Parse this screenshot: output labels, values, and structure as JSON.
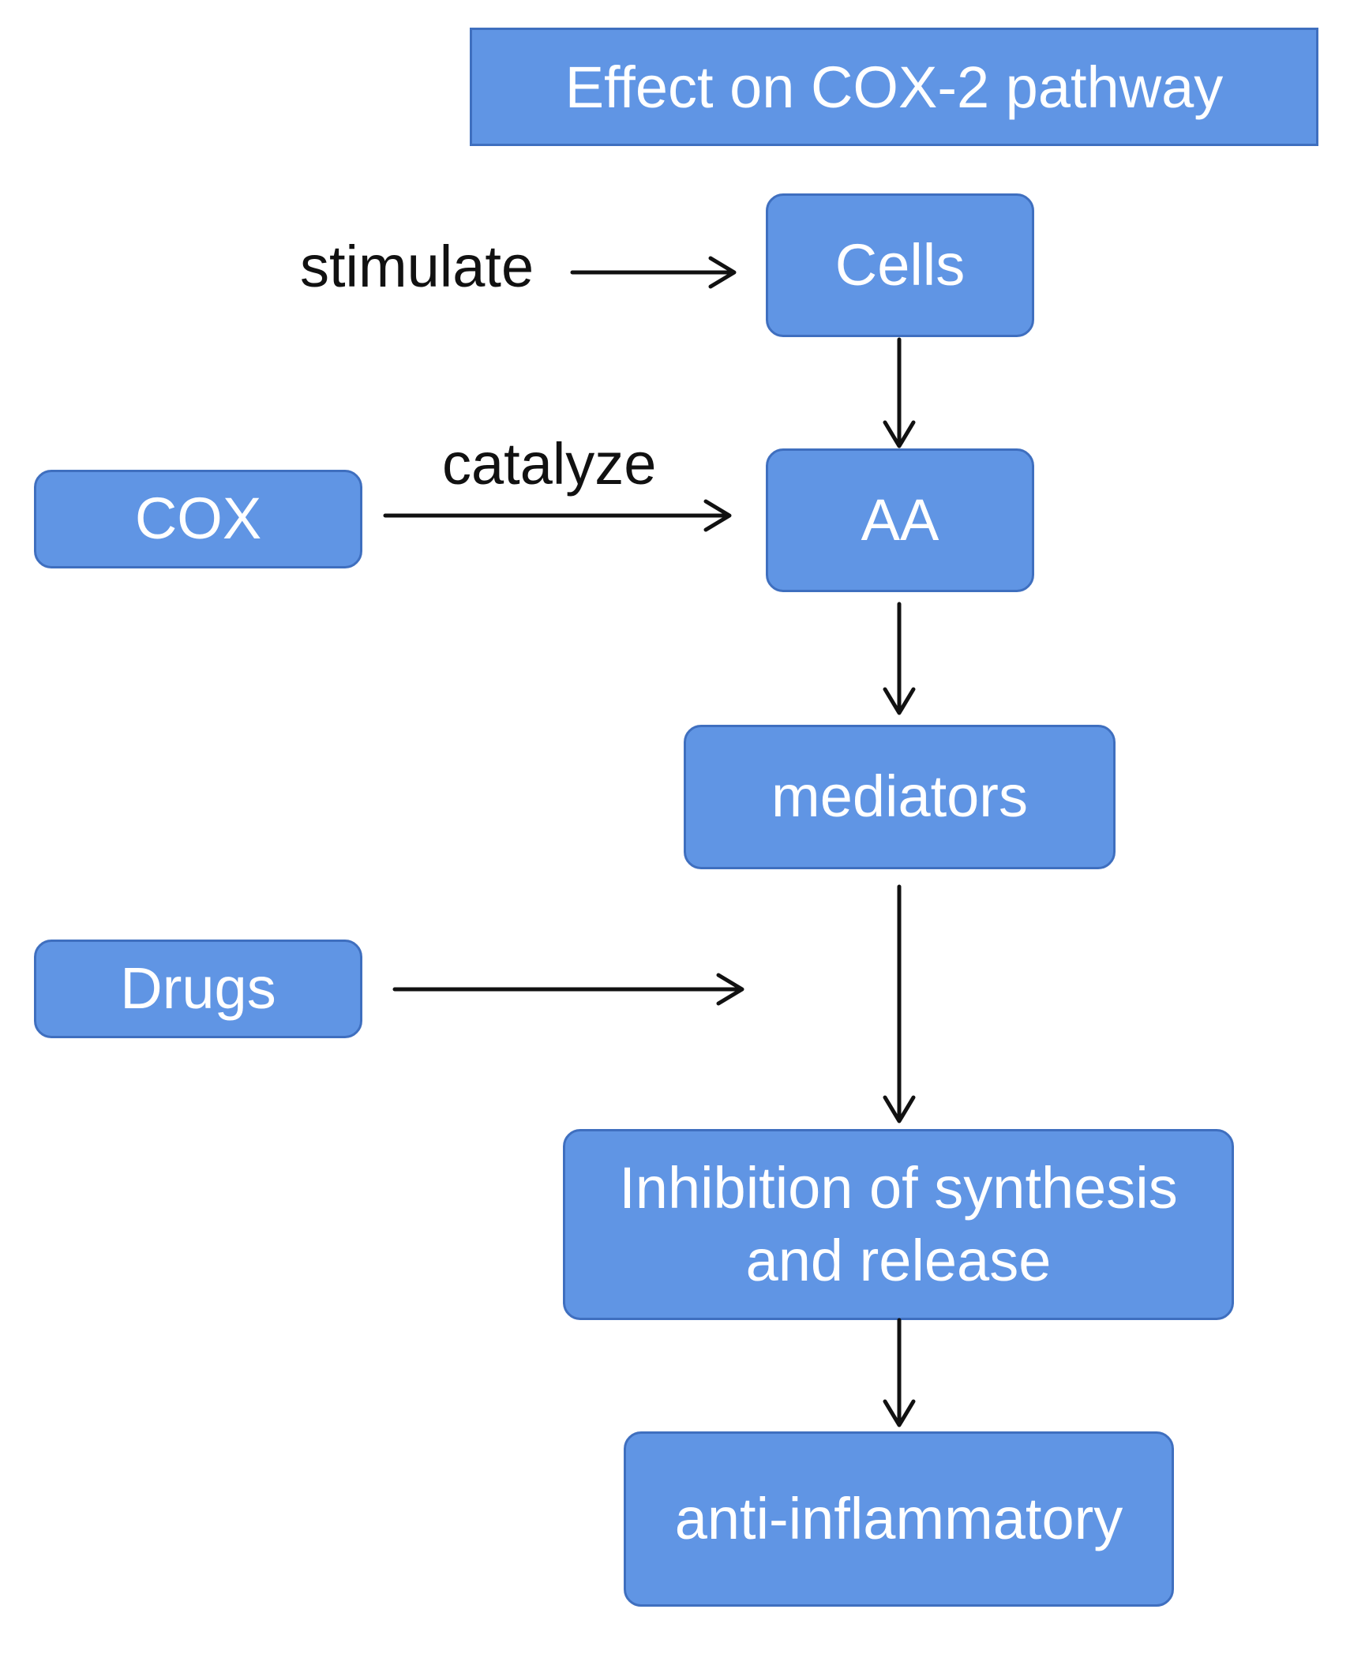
{
  "title": "Effect on COX-2 pathway",
  "nodes": {
    "cells": "Cells",
    "cox": "COX",
    "aa": "AA",
    "mediators": "mediators",
    "drugs": "Drugs",
    "inhibition_line1": "Inhibition of synthesis",
    "inhibition_line2": "and release",
    "anti_inflammatory": "anti-inflammatory"
  },
  "edge_labels": {
    "stimulate": "stimulate",
    "catalyze": "catalyze"
  },
  "colors": {
    "node_fill": "#6095e4",
    "node_border": "#3f6fbf",
    "node_text": "#ffffff",
    "arrow": "#111111"
  }
}
